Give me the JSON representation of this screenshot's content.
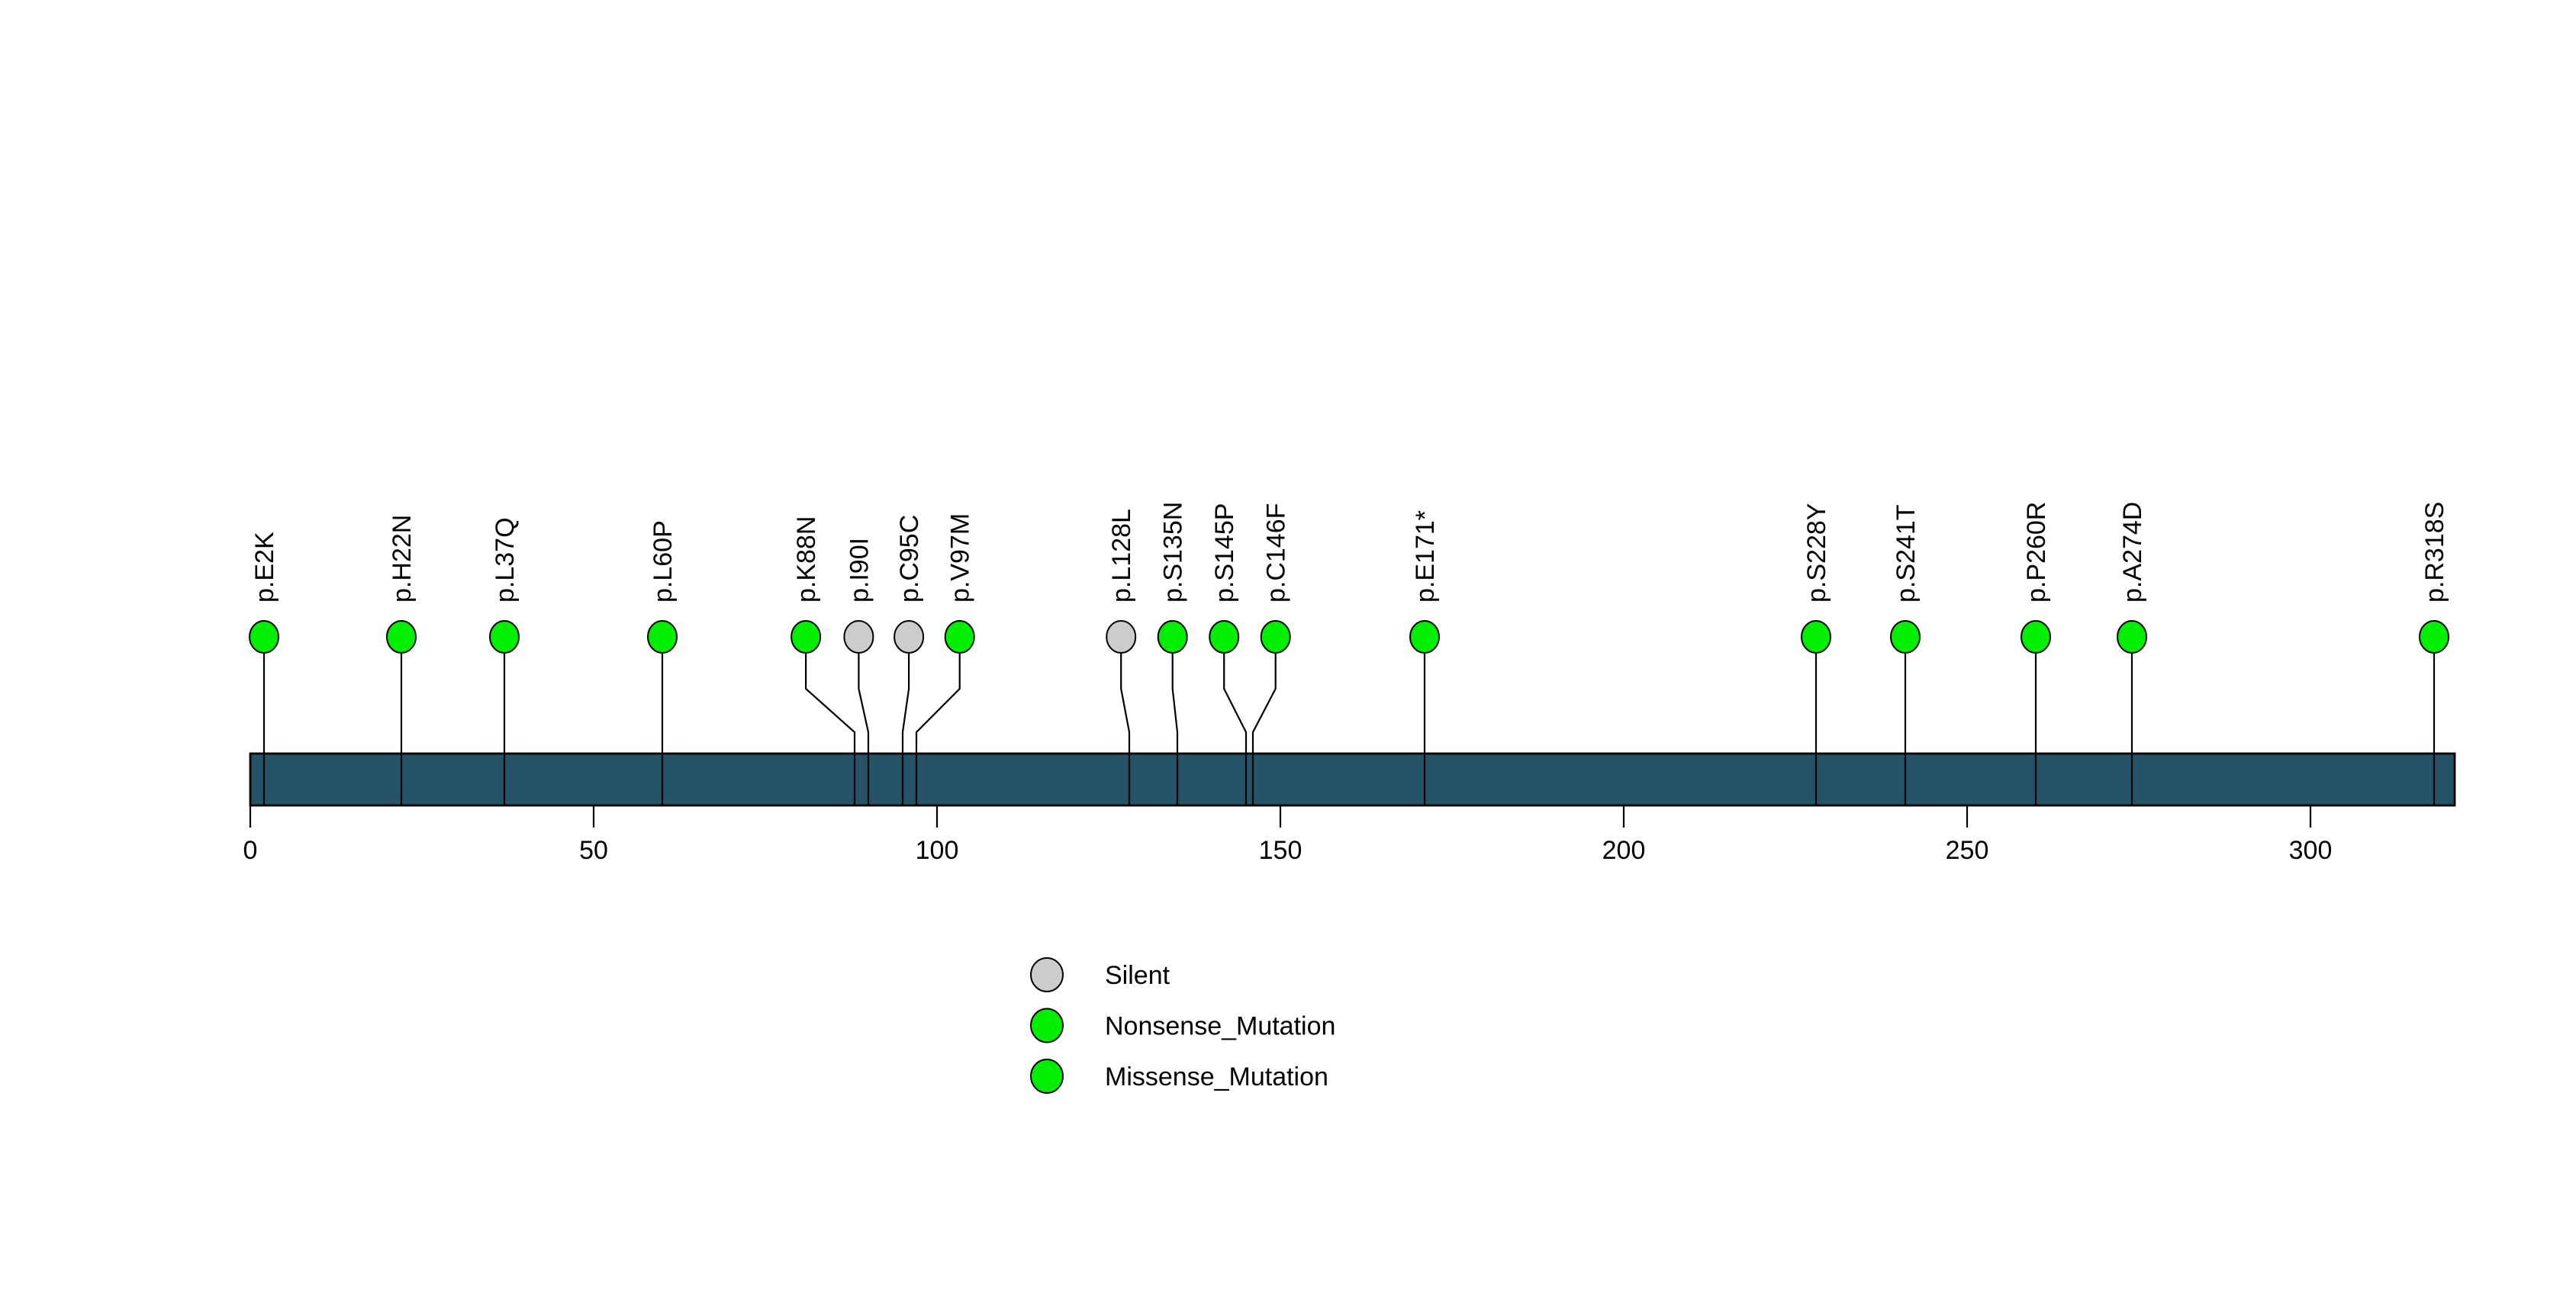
{
  "chart_data": {
    "type": "lollipop",
    "title": "",
    "xlabel": "",
    "axis": {
      "ticks": [
        0,
        50,
        100,
        150,
        200,
        250,
        300
      ],
      "domain_start": 0,
      "protein_length": 321,
      "grid": false
    },
    "bar_color": "#245368",
    "class_colors": {
      "Silent": "#CCCCCC",
      "Nonsense_Mutation": "#00EE00",
      "Missense_Mutation": "#00EE00"
    },
    "mutations": [
      {
        "label": "p.E2K",
        "position": 2,
        "display_aa": 2,
        "class": "Missense_Mutation"
      },
      {
        "label": "p.H22N",
        "position": 22,
        "display_aa": 22,
        "class": "Missense_Mutation"
      },
      {
        "label": "p.L37Q",
        "position": 37,
        "display_aa": 37,
        "class": "Missense_Mutation"
      },
      {
        "label": "p.L60P",
        "position": 60,
        "display_aa": 60,
        "class": "Missense_Mutation"
      },
      {
        "label": "p.K88N",
        "position": 88,
        "display_aa": 80.9,
        "class": "Missense_Mutation"
      },
      {
        "label": "p.I90I",
        "position": 90,
        "display_aa": 88.6,
        "class": "Silent"
      },
      {
        "label": "p.C95C",
        "position": 95,
        "display_aa": 95.9,
        "class": "Silent"
      },
      {
        "label": "p.V97M",
        "position": 97,
        "display_aa": 103.3,
        "class": "Missense_Mutation"
      },
      {
        "label": "p.L128L",
        "position": 128,
        "display_aa": 126.8,
        "class": "Silent"
      },
      {
        "label": "p.S135N",
        "position": 135,
        "display_aa": 134.3,
        "class": "Missense_Mutation"
      },
      {
        "label": "p.S145P",
        "position": 145,
        "display_aa": 141.8,
        "class": "Missense_Mutation"
      },
      {
        "label": "p.C146F",
        "position": 146,
        "display_aa": 149.3,
        "class": "Missense_Mutation"
      },
      {
        "label": "p.E171*",
        "position": 171,
        "display_aa": 171,
        "class": "Nonsense_Mutation"
      },
      {
        "label": "p.S228Y",
        "position": 228,
        "display_aa": 228,
        "class": "Missense_Mutation"
      },
      {
        "label": "p.S241T",
        "position": 241,
        "display_aa": 241,
        "class": "Missense_Mutation"
      },
      {
        "label": "p.P260R",
        "position": 260,
        "display_aa": 260,
        "class": "Missense_Mutation"
      },
      {
        "label": "p.A274D",
        "position": 274,
        "display_aa": 274,
        "class": "Missense_Mutation"
      },
      {
        "label": "p.R318S",
        "position": 318,
        "display_aa": 318,
        "class": "Missense_Mutation"
      }
    ],
    "legend": [
      {
        "label": "Silent",
        "color": "#CCCCCC"
      },
      {
        "label": "Nonsense_Mutation",
        "color": "#00EE00"
      },
      {
        "label": "Missense_Mutation",
        "color": "#00EE00"
      }
    ],
    "legend_position": "bottom-center"
  }
}
